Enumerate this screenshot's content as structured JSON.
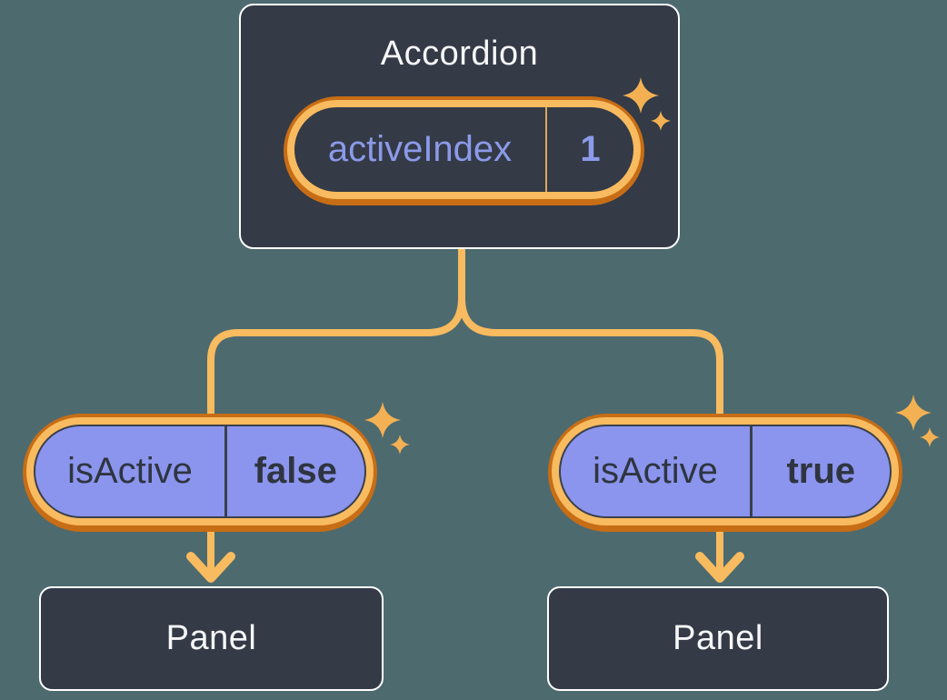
{
  "colors": {
    "canvas_bg": "#4d6a6f",
    "node_bg": "#343a46",
    "node_border": "#ffffff",
    "text_light": "#f6f7f9",
    "orange_light": "#f8bb5f",
    "orange_dark": "#c76d16",
    "purple_fill": "#8b95ee",
    "purple_text": "#8b9ae9",
    "text_dark": "#2f3540"
  },
  "nodes": {
    "accordion": {
      "title": "Accordion",
      "state": {
        "name": "activeIndex",
        "value": "1"
      }
    },
    "child_left": {
      "prop": {
        "name": "isActive",
        "value": "false"
      }
    },
    "child_right": {
      "prop": {
        "name": "isActive",
        "value": "true"
      }
    },
    "panel_left": {
      "title": "Panel"
    },
    "panel_right": {
      "title": "Panel"
    }
  }
}
